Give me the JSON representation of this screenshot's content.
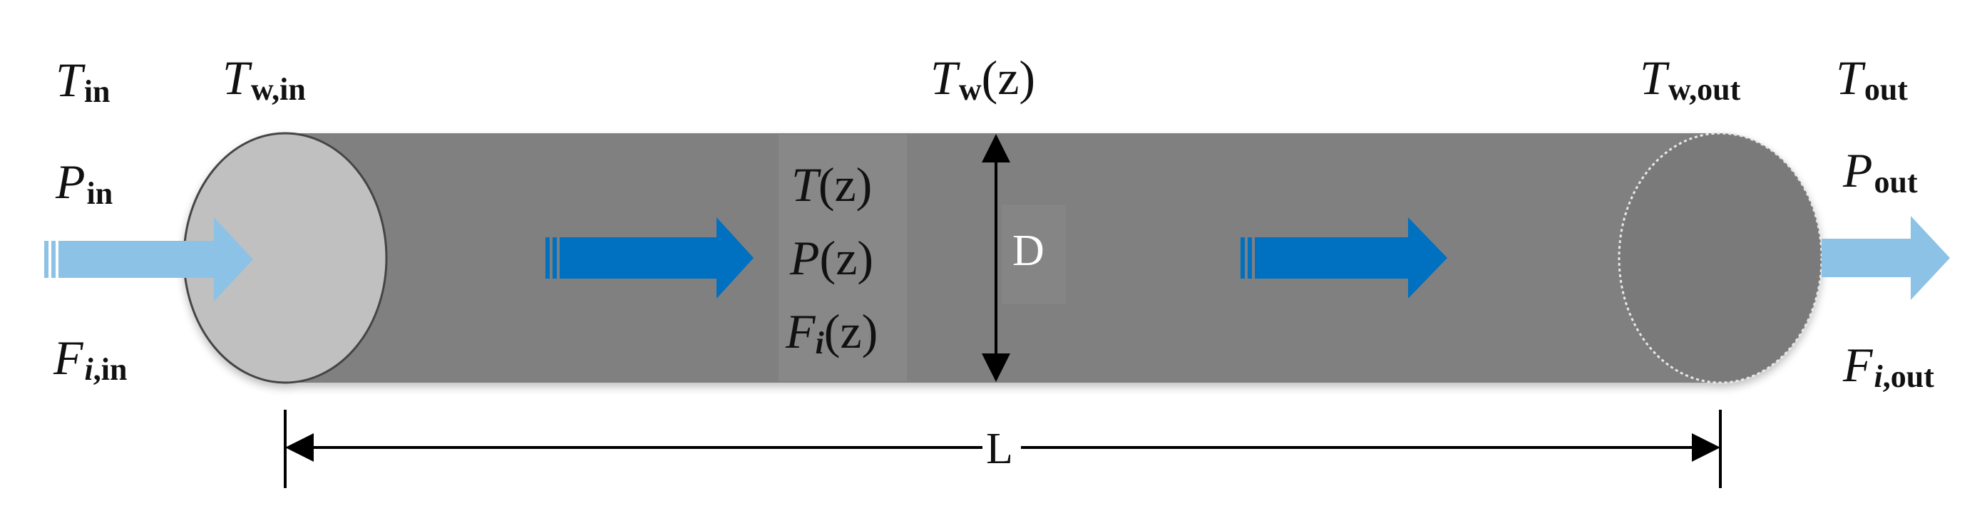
{
  "colors": {
    "tube_body": "#808080",
    "inlet_face": "#c0c0c0",
    "outlet_face": "#7a7a7a",
    "flow_arrow_light": "#8cc2e6",
    "flow_arrow_dark": "#0070c0",
    "line": "#000000"
  },
  "inlet": {
    "temperature": {
      "symbol": "T",
      "subscript": "in"
    },
    "pressure": {
      "symbol": "P",
      "subscript": "in"
    },
    "flow": {
      "symbol": "F",
      "subscript_italic": "i",
      "subscript": ",in"
    },
    "wall_temperature": {
      "symbol": "T",
      "subscript": "w,in"
    }
  },
  "middle": {
    "wall_temperature": {
      "symbol": "T",
      "subscript": "w",
      "argument": "(z)"
    },
    "temperature": {
      "symbol": "T",
      "argument": "(z)"
    },
    "pressure": {
      "symbol": "P",
      "argument": "(z)"
    },
    "flow": {
      "symbol": "F",
      "subscript_italic": "i",
      "argument": "(z)"
    },
    "diameter_label": "D"
  },
  "outlet": {
    "wall_temperature": {
      "symbol": "T",
      "subscript": "w,out"
    },
    "temperature": {
      "symbol": "T",
      "subscript": "out"
    },
    "pressure": {
      "symbol": "P",
      "subscript": "out"
    },
    "flow": {
      "symbol": "F",
      "subscript_italic": "i",
      "subscript": ",out"
    }
  },
  "length_label": "L",
  "icons": [
    "inlet-flow-arrow-icon",
    "flow-direction-arrow-icon",
    "outlet-flow-arrow-icon"
  ]
}
